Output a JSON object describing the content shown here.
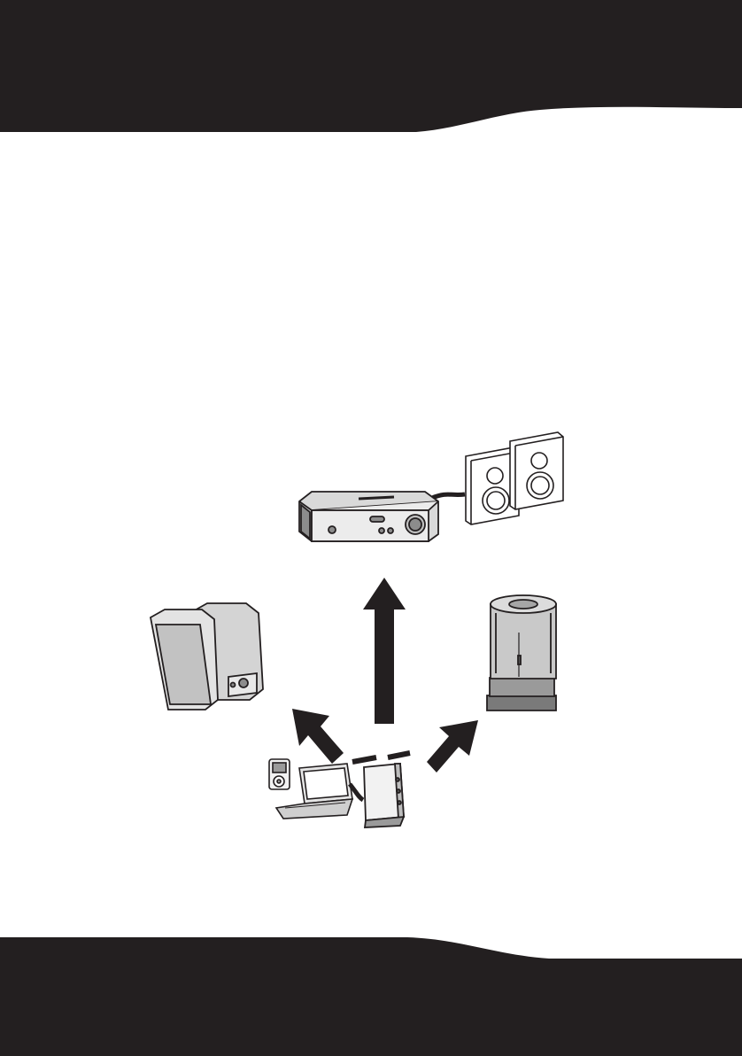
{
  "page": {
    "header_band_color": "#231f20",
    "footer_band_color": "#231f20",
    "background_color": "#ffffff"
  },
  "illustration": {
    "devices": [
      "stereo-amplifier-icon",
      "bookshelf-speakers-icon",
      "desktop-speakers-icon",
      "tower-speaker-icon",
      "wireless-transmitter-icon",
      "laptop-icon",
      "media-player-icon"
    ],
    "arrows": [
      {
        "direction": "up",
        "from": "wireless-transmitter",
        "to": "stereo-amplifier"
      },
      {
        "direction": "up-left",
        "from": "wireless-transmitter",
        "to": "desktop-speakers"
      },
      {
        "direction": "up-right",
        "from": "wireless-transmitter",
        "to": "tower-speaker"
      }
    ],
    "arrow_color": "#231f20",
    "device_fill": "#e6e6e6",
    "device_stroke": "#231f20"
  }
}
